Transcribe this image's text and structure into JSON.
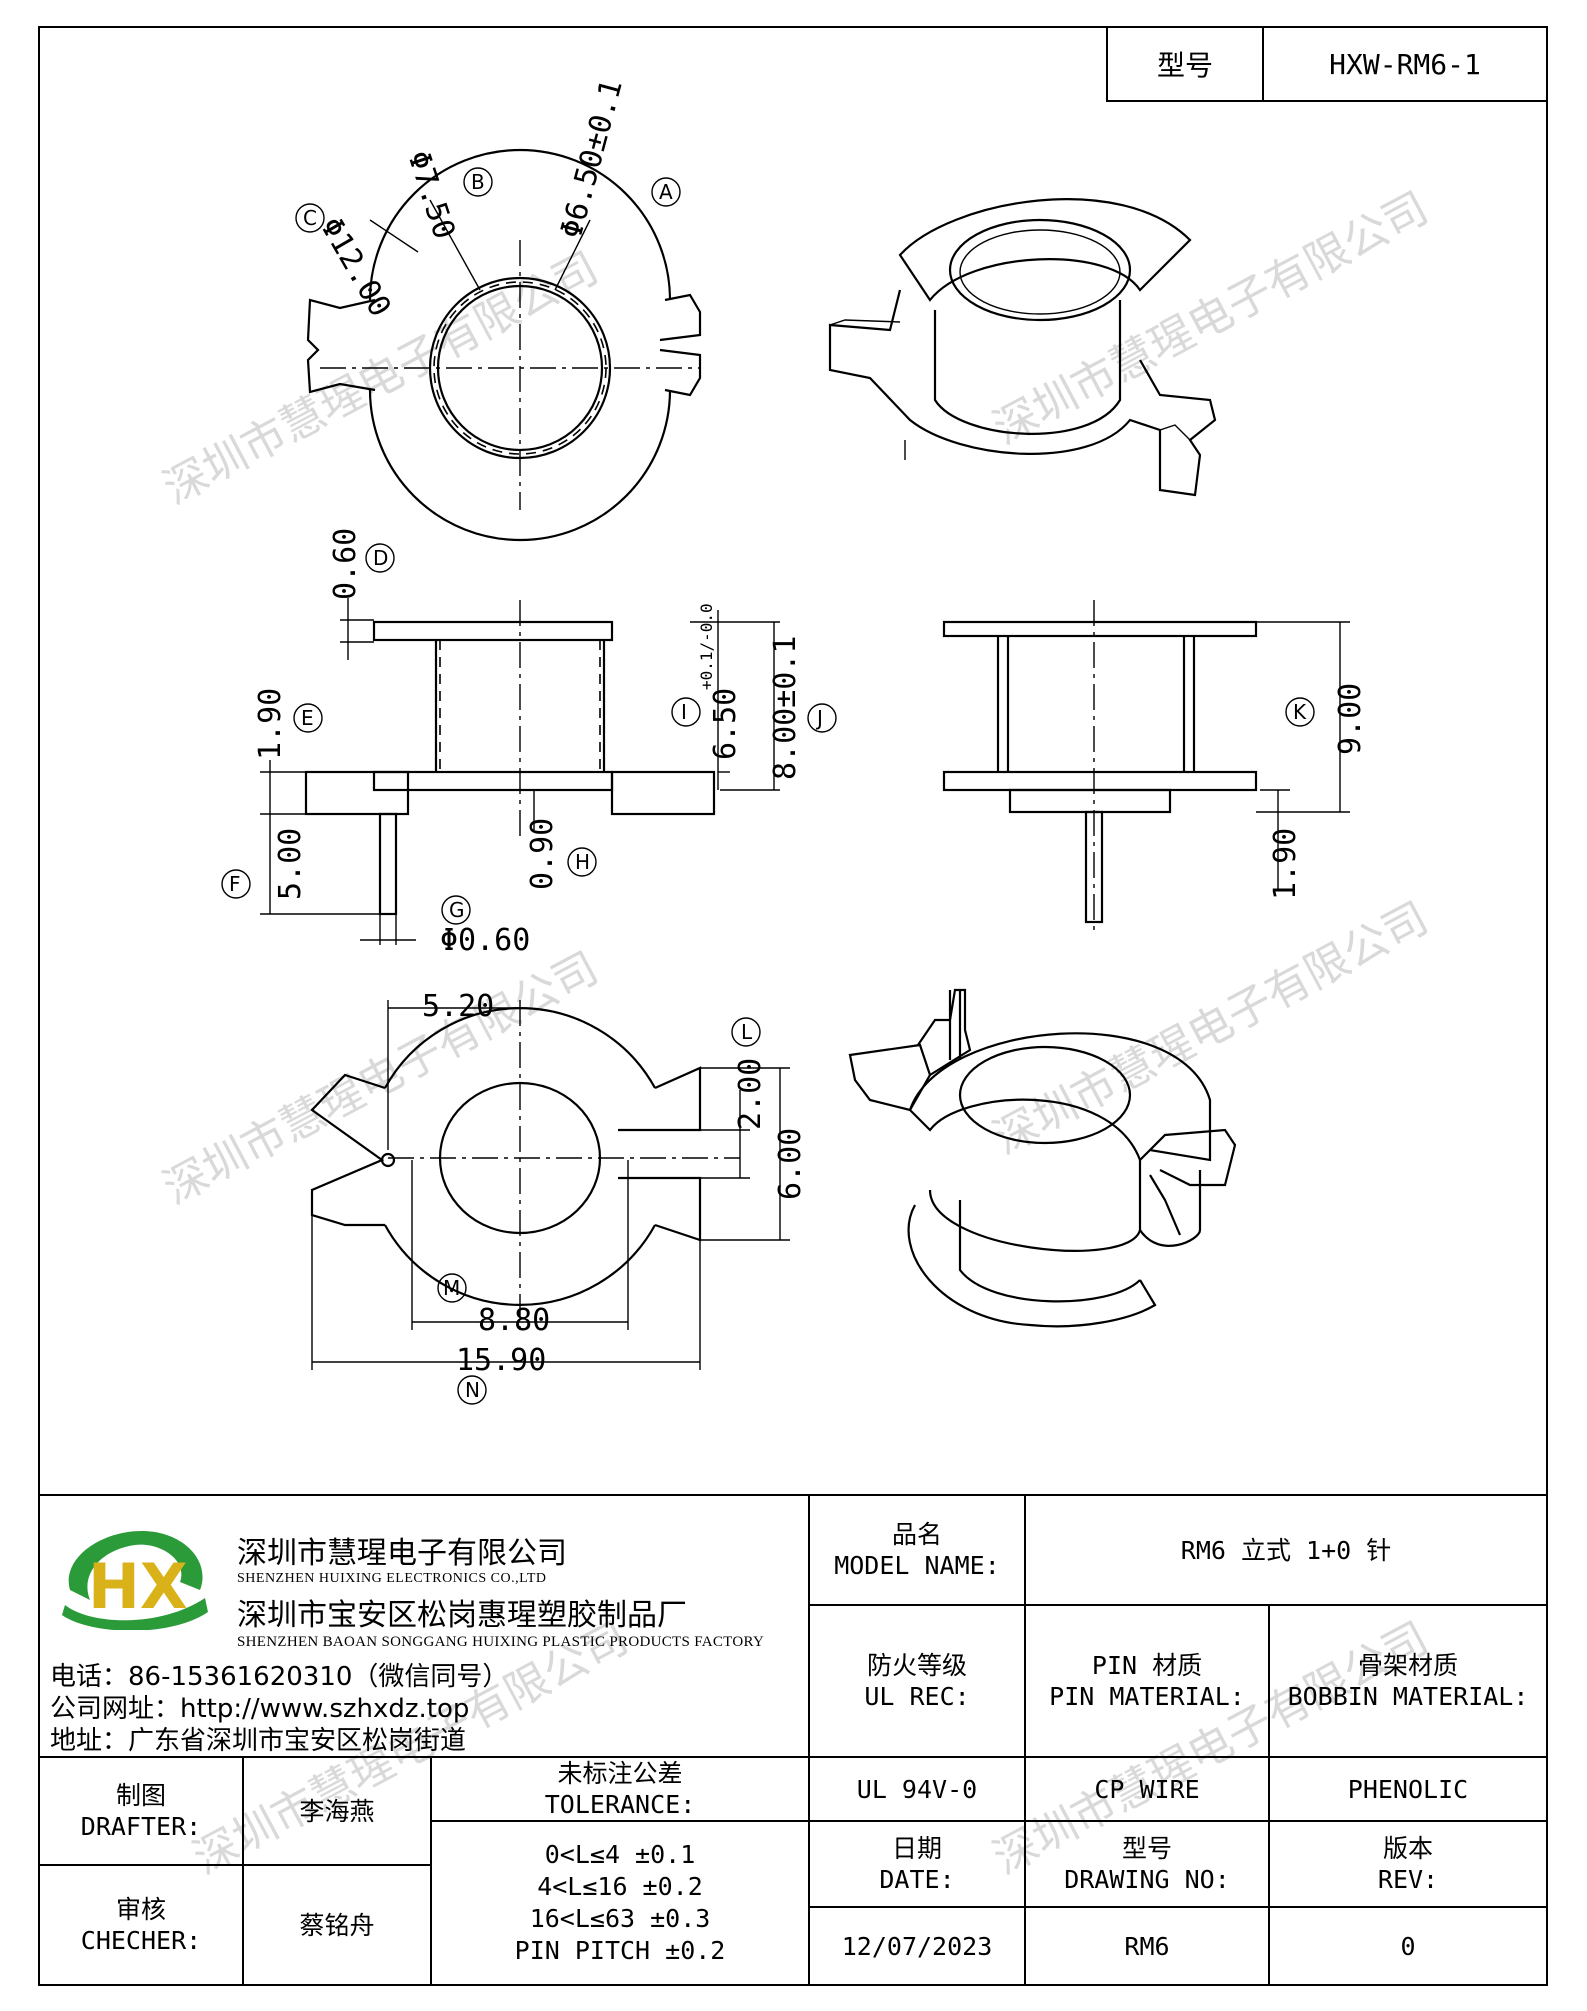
{
  "header": {
    "model_label": "型号",
    "model_value": "HXW-RM6-1"
  },
  "watermark": "深圳市慧瑆电子有限公司",
  "dimensions": {
    "A": "A",
    "B": "B",
    "C": "C",
    "D": "D",
    "E": "E",
    "F": "F",
    "G": "G",
    "H": "H",
    "I": "I",
    "J": "J",
    "K": "K",
    "L": "L",
    "M": "M",
    "N": "N",
    "phi650": "Φ6.50±0.1",
    "phi750": "Φ7.50",
    "phi1200": "Φ12.00",
    "d060": "0.60",
    "d190": "1.90",
    "d500": "5.00",
    "phi060": "Φ0.60",
    "d090": "0.90",
    "d650": "6.50",
    "d650_tol": "+0.1/-0.0",
    "d800": "8.00±0.1",
    "d900": "9.00",
    "d190b": "1.90",
    "d520": "5.20",
    "d200": "2.00",
    "d600": "6.00",
    "d880": "8.80",
    "d1590": "15.90"
  },
  "company": {
    "logo": "HX",
    "name_cn": "深圳市慧瑆电子有限公司",
    "name_en": "SHENZHEN HUIXING ELECTRONICS CO.,LTD",
    "factory_cn": "深圳市宝安区松岗惠瑆塑胶制品厂",
    "factory_en": "SHENZHEN BAOAN SONGGANG HUIXING PLASTIC PRODUCTS FACTORY",
    "phone": "电话：86-15361620310（微信同号）",
    "website": "公司网址：http://www.szhxdz.top",
    "address": "地址：广东省深圳市宝安区松岗街道"
  },
  "title_block": {
    "model_name_cn": "品名",
    "model_name_en": "MODEL NAME:",
    "model_name_value": "RM6 立式 1+0 针",
    "ul_cn": "防火等级",
    "ul_en": "UL REC:",
    "ul_value": "UL 94V-0",
    "pin_cn": "PIN 材质",
    "pin_en": "PIN MATERIAL:",
    "pin_value": "CP WIRE",
    "bobbin_cn": "骨架材质",
    "bobbin_en": "BOBBIN MATERIAL:",
    "bobbin_value": "PHENOLIC",
    "drafter_cn": "制图",
    "drafter_en": "DRAFTER:",
    "drafter_value": "李海燕",
    "checker_cn": "审核",
    "checker_en": "CHECHER:",
    "checker_value": "蔡铭舟",
    "tol_cn": "未标注公差",
    "tol_en": "TOLERANCE:",
    "tol_lines": [
      "0<L≤4  ±0.1",
      "4<L≤16  ±0.2",
      "16<L≤63  ±0.3",
      "PIN PITCH  ±0.2"
    ],
    "date_cn": "日期",
    "date_en": "DATE:",
    "date_value": "12/07/2023",
    "drawing_cn": "型号",
    "drawing_en": "DRAWING NO:",
    "drawing_value": "RM6",
    "rev_cn": "版本",
    "rev_en": "REV:",
    "rev_value": "0"
  }
}
